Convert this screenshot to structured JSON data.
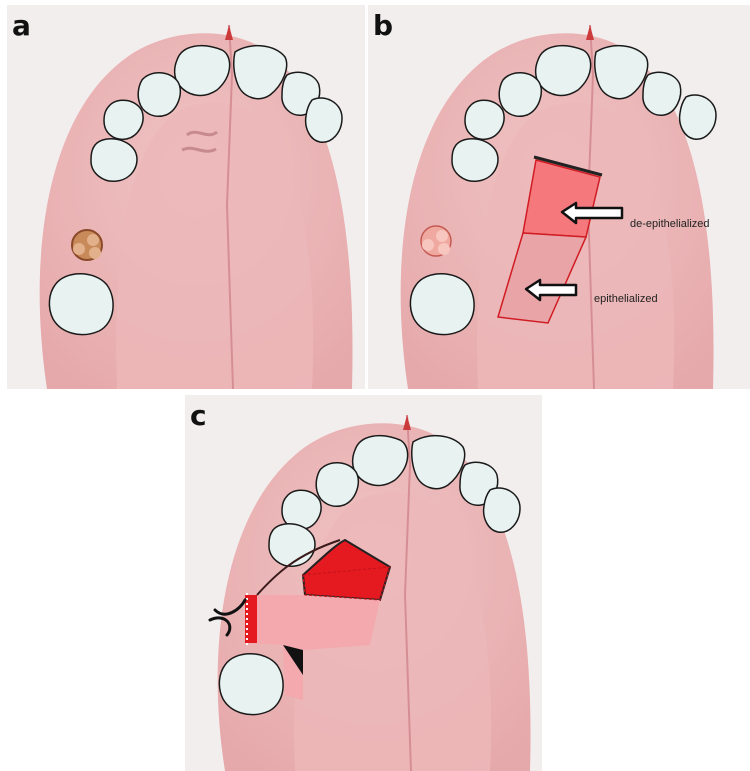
{
  "panels": [
    {
      "letter": "a"
    },
    {
      "letter": "b",
      "labels": {
        "de_epithelialized": "de-epithelialized",
        "epithelialized": "epithelialized"
      }
    },
    {
      "letter": "c"
    }
  ],
  "colors": {
    "palate": "#eebcbc",
    "palate_inner": "#e9b0b2",
    "tooth": "#e8f3f1",
    "deep_red": "#e51a20",
    "flap_pink": "#f3a9ad",
    "outline": "#1a1a1a"
  }
}
